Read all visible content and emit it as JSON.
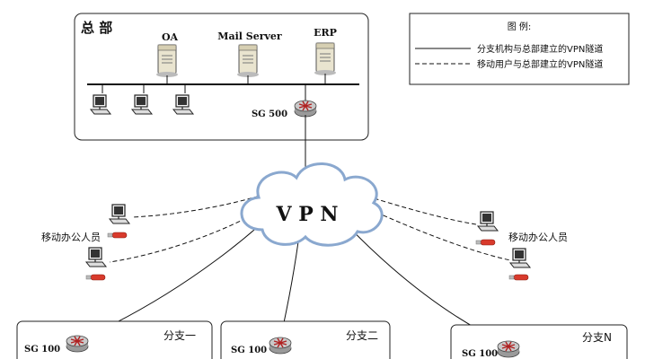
{
  "headquarters": {
    "title": "总 部",
    "servers": [
      "OA",
      "Mail Server",
      "ERP"
    ],
    "gateway": "SG 500"
  },
  "legend": {
    "title": "图    例:",
    "solid": "分支机构与总部建立的VPN隧道",
    "dashed": "移动用户与总部建立的VPN隧道"
  },
  "cloud": {
    "label": "V P N"
  },
  "mobile": {
    "left_label": "移动办公人员",
    "right_label": "移动办公人员"
  },
  "branches": [
    {
      "name": "分支一",
      "gateway": "SG 100"
    },
    {
      "name": "分支二",
      "gateway": "SG 100"
    },
    {
      "name": "分支N",
      "gateway": "SG 100"
    }
  ]
}
